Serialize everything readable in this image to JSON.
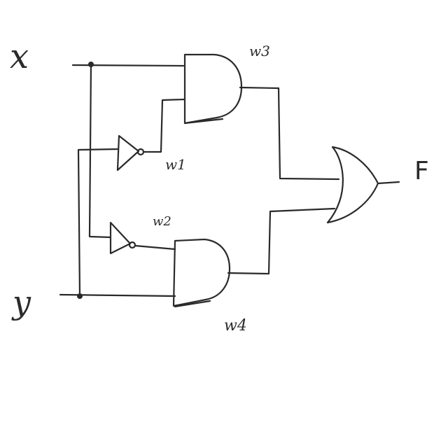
{
  "diagram": {
    "inputs": {
      "x": "x",
      "y": "y"
    },
    "output": "F",
    "wires": {
      "w1": "w1",
      "w2": "w2",
      "w3": "w3",
      "w4": "w4"
    },
    "colors": {
      "ink": "#2a2a2a",
      "paper": "#ffffff"
    }
  }
}
